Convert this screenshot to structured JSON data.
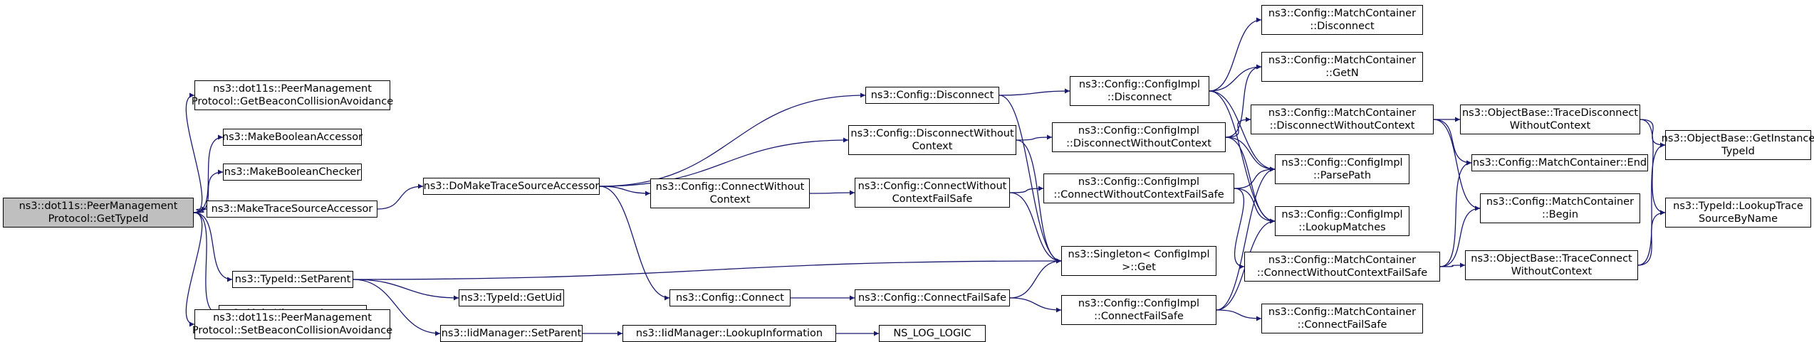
{
  "graph": {
    "edge_color": "#191970",
    "root_fill": "#bfbfbf",
    "nodes": {
      "root": "ns3::dot11s::PeerManagement\nProtocol::GetTypeId",
      "getbeacon": "ns3::dot11s::PeerManagement\nProtocol::GetBeaconCollisionAvoidance",
      "makeboolacc": "ns3::MakeBooleanAccessor",
      "makeboolchk": "ns3::MakeBooleanChecker",
      "maketrace": "ns3::MakeTraceSourceAccessor",
      "setparent": "ns3::TypeId::SetParent",
      "makeuint": "ns3::MakeUintegerAccessor",
      "setbeacon": "ns3::dot11s::PeerManagement\nProtocol::SetBeaconCollisionAvoidance",
      "domake": "ns3::DoMakeTraceSourceAccessor",
      "getuid": "ns3::TypeId::GetUid",
      "iidsetparent": "ns3::IidManager::SetParent",
      "cfgdisconnect": "ns3::Config::Disconnect",
      "cfgdiscwo": "ns3::Config::DisconnectWithout\nContext",
      "cfgconnwo": "ns3::Config::ConnectWithout\nContext",
      "cfgconnect": "ns3::Config::Connect",
      "iidlookup": "ns3::IidManager::LookupInformation",
      "cfgconnwofs": "ns3::Config::ConnectWithout\nContextFailSafe",
      "cfgconnfs": "ns3::Config::ConnectFailSafe",
      "nslog": "NS_LOG_LOGIC",
      "implDisconnect": "ns3::Config::ConfigImpl\n::Disconnect",
      "implDiscwo": "ns3::Config::ConfigImpl\n::DisconnectWithoutContext",
      "implConnwofs": "ns3::Config::ConfigImpl\n::ConnectWithoutContextFailSafe",
      "singleton": "ns3::Singleton< ConfigImpl\n>::Get",
      "implConnfs": "ns3::Config::ConfigImpl\n::ConnectFailSafe",
      "mcDisconnect": "ns3::Config::MatchContainer\n::Disconnect",
      "mcGetN": "ns3::Config::MatchContainer\n::GetN",
      "mcDiscwo": "ns3::Config::MatchContainer\n::DisconnectWithoutContext",
      "parsepath": "ns3::Config::ConfigImpl\n::ParsePath",
      "lookupmatches": "ns3::Config::ConfigImpl\n::LookupMatches",
      "mcConnwofs": "ns3::Config::MatchContainer\n::ConnectWithoutContextFailSafe",
      "mcConnfs": "ns3::Config::MatchContainer\n::ConnectFailSafe",
      "obTraceDisc": "ns3::ObjectBase::TraceDisconnect\nWithoutContext",
      "mcEnd": "ns3::Config::MatchContainer::End",
      "mcBegin": "ns3::Config::MatchContainer\n::Begin",
      "obTraceConn": "ns3::ObjectBase::TraceConnect\nWithoutContext",
      "obGetInst": "ns3::ObjectBase::GetInstance\nTypeId",
      "lookupTrace": "ns3::TypeId::LookupTrace\nSourceByName"
    }
  }
}
